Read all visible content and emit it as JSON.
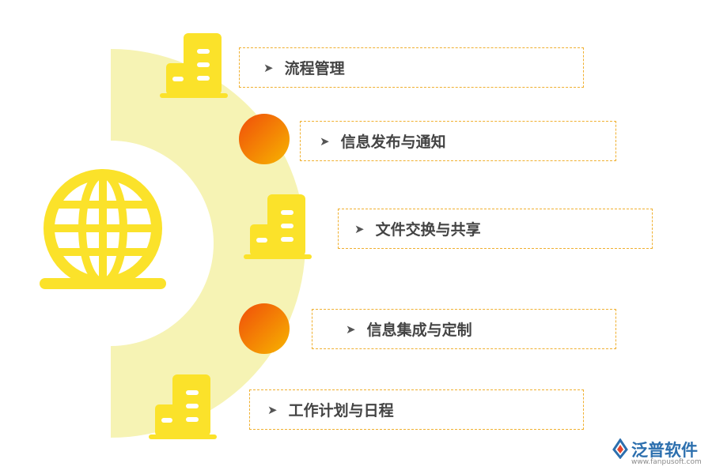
{
  "items": [
    {
      "label": "流程管理",
      "marker": "building-icon"
    },
    {
      "label": "信息发布与通知",
      "marker": "orange-circle"
    },
    {
      "label": "文件交换与共享",
      "marker": "building-icon"
    },
    {
      "label": "信息集成与定制",
      "marker": "orange-circle"
    },
    {
      "label": "工作计划与日程",
      "marker": "building-icon"
    }
  ],
  "bullet": "➤",
  "logo": {
    "name": "泛普软件",
    "url": "www.fanpusoft.com"
  },
  "colors": {
    "yellow": "#fbe22a",
    "arc": "#f6f3b4",
    "orange_start": "#f04d0a",
    "orange_end": "#f7b500",
    "dash": "#f0b030",
    "brand": "#2c6fae"
  }
}
